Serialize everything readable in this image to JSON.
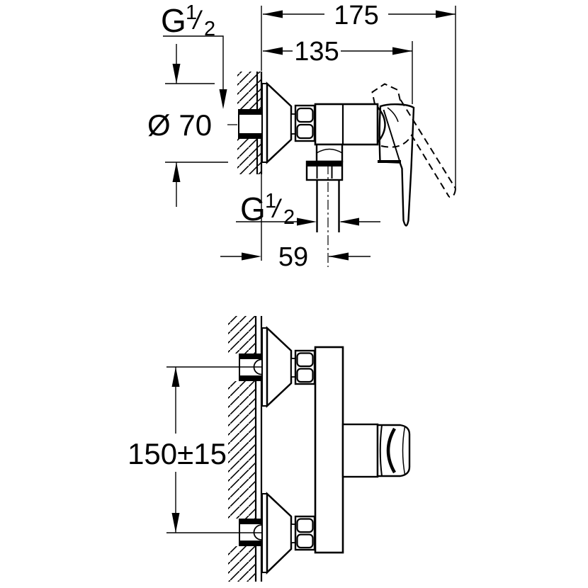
{
  "meta": {
    "background": "#ffffff",
    "ink": "#000000",
    "drawing_type": "installation dimension drawing, two views"
  },
  "dims": {
    "width_total": "175",
    "width_inner": "135",
    "escutcheon_diameter": "Ø 70",
    "outlet_offset": "59",
    "inlet_spacing": "150±15",
    "thread_top": {
      "base": "G",
      "sup": "1",
      "slash": "/",
      "sub": "2"
    },
    "thread_outlet": {
      "base": "G",
      "sup": "1",
      "slash": "/",
      "sub": "2"
    }
  }
}
